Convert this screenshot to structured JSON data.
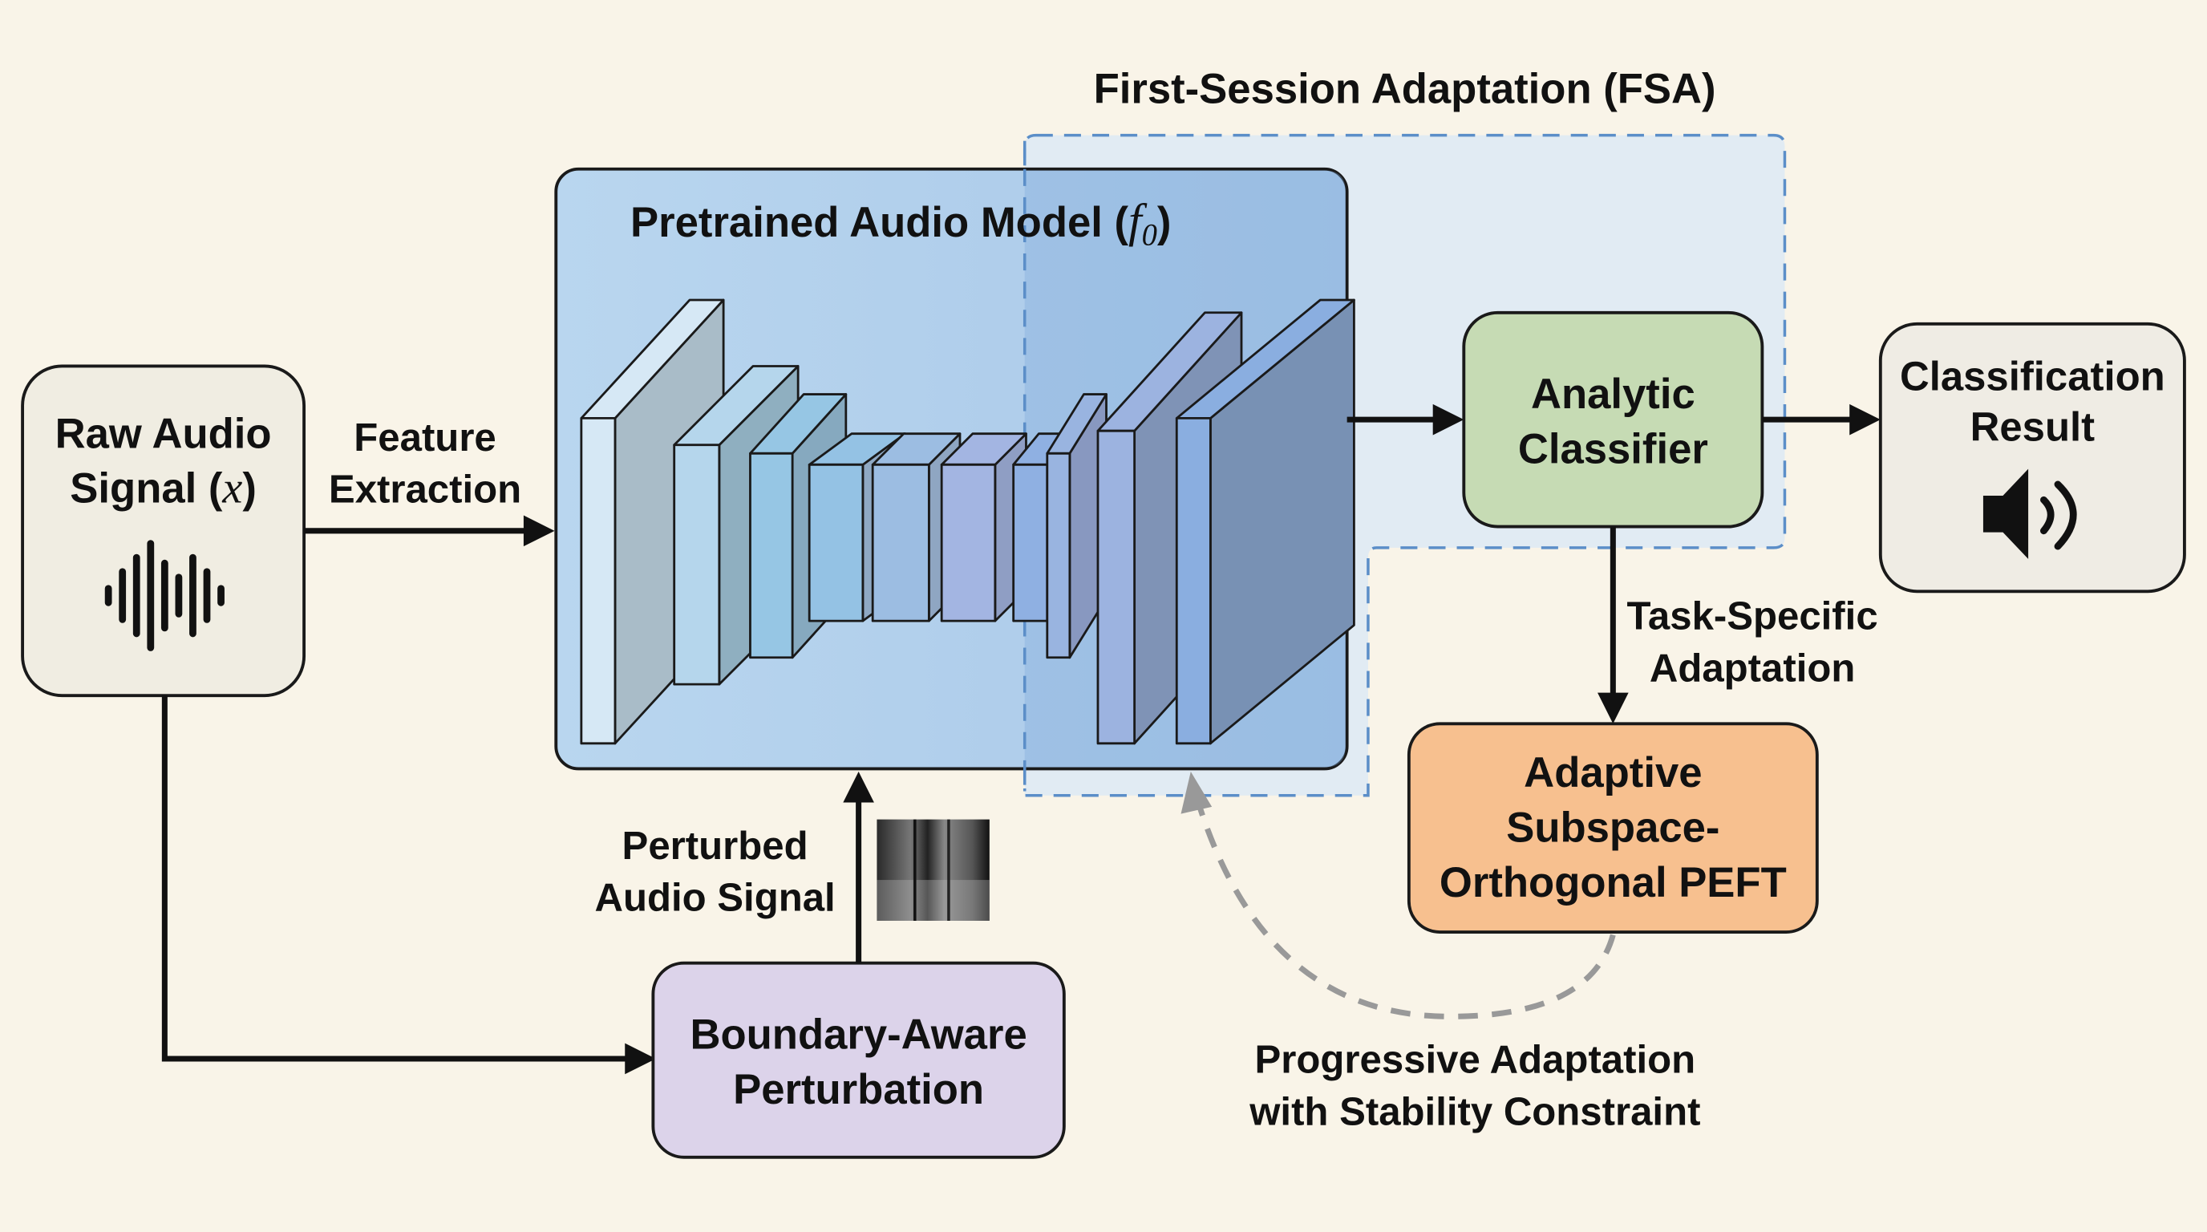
{
  "title": "First-Session Adaptation (FSA)",
  "nodes": {
    "raw_audio": {
      "line1": "Raw Audio",
      "line2_prefix": "Signal (",
      "line2_math": "x",
      "line2_suffix": ")",
      "icon": "waveform-icon",
      "fill": "#f0ede2"
    },
    "pretrained_model": {
      "title_prefix": "Pretrained Audio Model (",
      "title_math": "f",
      "title_sub": "0",
      "title_suffix": ")",
      "fill": "#bcd8ef"
    },
    "analytic_classifier": {
      "line1": "Analytic",
      "line2": "Classifier",
      "fill": "#c6dbb4"
    },
    "classification_result": {
      "line1": "Classification",
      "line2": "Result",
      "icon": "speaker-icon",
      "fill": "#efece4"
    },
    "peft": {
      "line1": "Adaptive",
      "line2": "Subspace-",
      "line3": "Orthogonal PEFT",
      "fill": "#f7c08f"
    },
    "perturbation": {
      "line1": "Boundary-Aware",
      "line2": "Perturbation",
      "fill": "#dcd3ea"
    }
  },
  "edges": {
    "feature_extraction": {
      "line1": "Feature",
      "line2": "Extraction"
    },
    "perturbed_signal": {
      "line1": "Perturbed",
      "line2": "Audio Signal",
      "icon": "spectrogram-thumbnail"
    },
    "task_specific": {
      "line1": "Task-Specific",
      "line2": "Adaptation"
    },
    "progressive": {
      "line1": "Progressive Adaptation",
      "line2": "with Stability Constraint"
    }
  },
  "colors": {
    "background": "#f9f4e8",
    "fsa_region": "#dce9f6",
    "fsa_border": "#5b8ec8",
    "dashed_feedback": "#999999"
  }
}
